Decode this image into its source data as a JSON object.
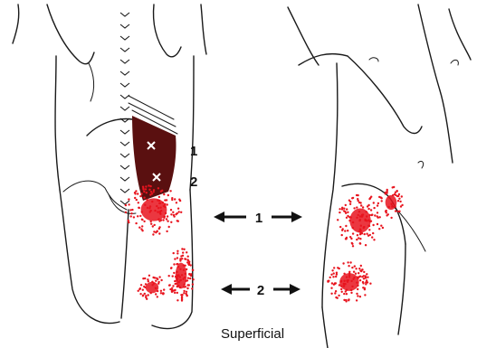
{
  "labels": {
    "marker_1": "1",
    "marker_2": "2",
    "arrow_1": "1",
    "arrow_2": "2",
    "caption": "Superficial"
  },
  "colors": {
    "referral": "#e8141e",
    "muscle": "#5a1010",
    "outline": "#1a1a1a"
  }
}
